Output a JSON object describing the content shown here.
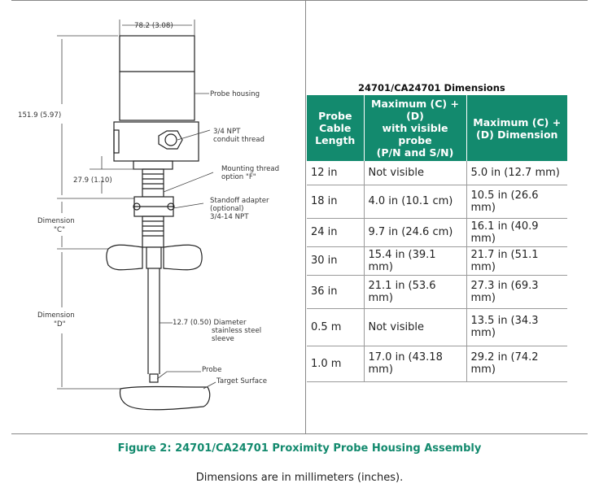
{
  "drawing": {
    "labels": {
      "width_dim": "78.2 (3.08)",
      "height_dim": "151.9 (5.97)",
      "thread_dim": "27.9 (1.10)",
      "probe_housing": "Probe housing",
      "conduit_1": "3/4 NPT",
      "conduit_2": "conduit thread",
      "mounting_1": "Mounting thread",
      "mounting_2": "option \"F\"",
      "standoff_1": "Standoff adapter",
      "standoff_2": "(optional)",
      "standoff_3": "3/4-14 NPT",
      "dim_c_1": "Dimension",
      "dim_c_2": "\"C\"",
      "dim_d_1": "Dimension",
      "dim_d_2": "\"D\"",
      "sleeve_1": "12.7 (0.50)  Diameter",
      "sleeve_2": "stainless steel",
      "sleeve_3": "sleeve",
      "probe": "Probe",
      "target": "Target Surface"
    }
  },
  "table": {
    "title": "24701/CA24701 Dimensions",
    "headers": [
      [
        "Probe",
        "Cable",
        "Length"
      ],
      [
        "Maximum (C) +",
        "(D)",
        "with visible probe",
        "(P/N and S/N)"
      ],
      [
        "Maximum (C) +",
        "(D) Dimension"
      ]
    ],
    "rows": [
      [
        "12 in",
        "Not visible",
        "5.0 in (12.7 mm)"
      ],
      [
        "18 in",
        "4.0 in (10.1 cm)",
        "10.5 in (26.6 mm)"
      ],
      [
        "24 in",
        "9.7 in (24.6 cm)",
        "16.1 in (40.9 mm)"
      ],
      [
        "30 in",
        "15.4 in (39.1 mm)",
        "21.7 in (51.1 mm)"
      ],
      [
        "36 in",
        "21.1 in (53.6 mm)",
        "27.3 in (69.3 mm)"
      ],
      [
        "0.5 m",
        "Not visible",
        "13.5 in (34.3 mm)"
      ],
      [
        "1.0 m",
        "17.0 in (43.18 mm)",
        "29.2 in (74.2 mm)"
      ]
    ]
  },
  "caption": "Figure 2:  24701/CA24701 Proximity Probe Housing Assembly",
  "note": "Dimensions are in millimeters (inches).",
  "colors": {
    "accent": "#138a6e",
    "rule": "#9a9a9a"
  }
}
